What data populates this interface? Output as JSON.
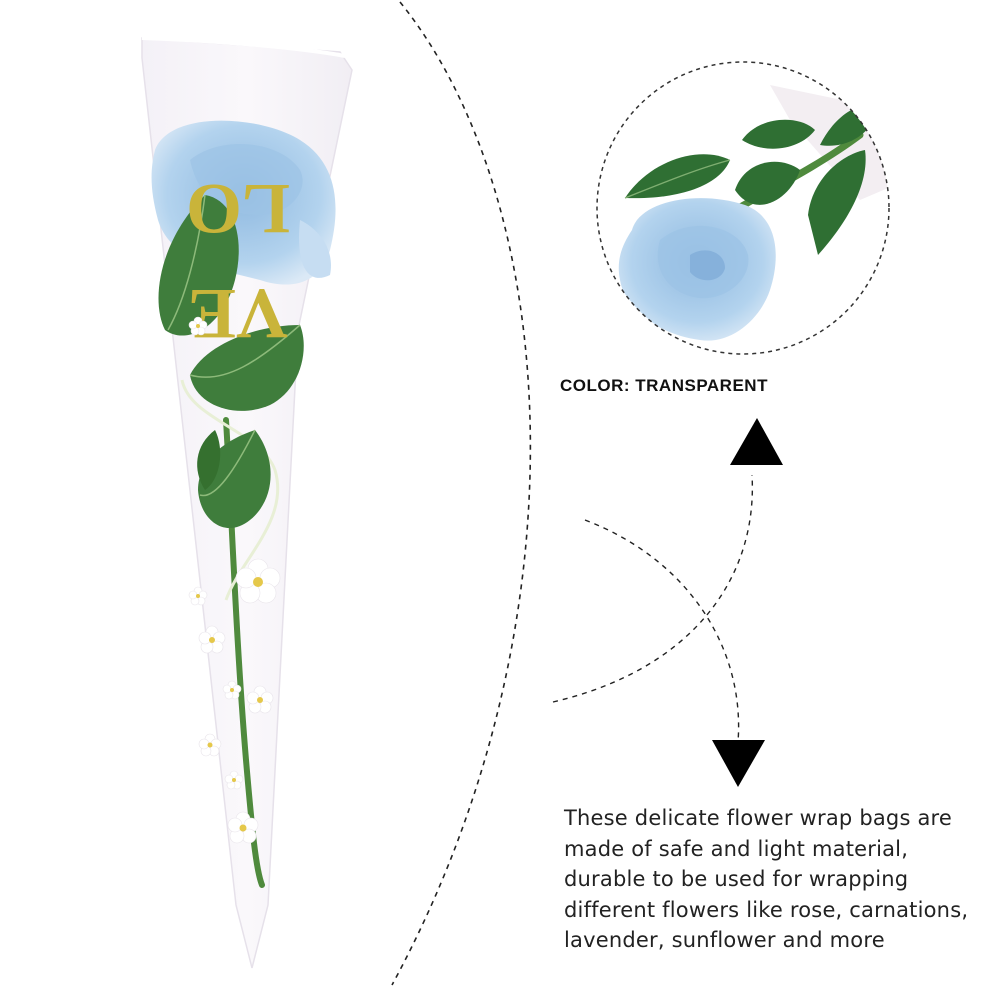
{
  "color_label": "COLOR: TRANSPARENT",
  "description_lines": [
    "These delicate flower wrap bags are",
    "made of safe and light material,",
    "durable to be used for wrapping",
    "different flowers like rose, carnations,",
    "lavender, sunflower and more"
  ],
  "bag_print": {
    "top": "LO",
    "bottom": "VE"
  },
  "colors": {
    "rose": "#a9cdeb",
    "leaf": "#3f7d3c",
    "print_gold": "#c9b43a",
    "arrow": "#000000"
  },
  "icons": [
    "up-arrow-icon",
    "down-arrow-icon"
  ]
}
